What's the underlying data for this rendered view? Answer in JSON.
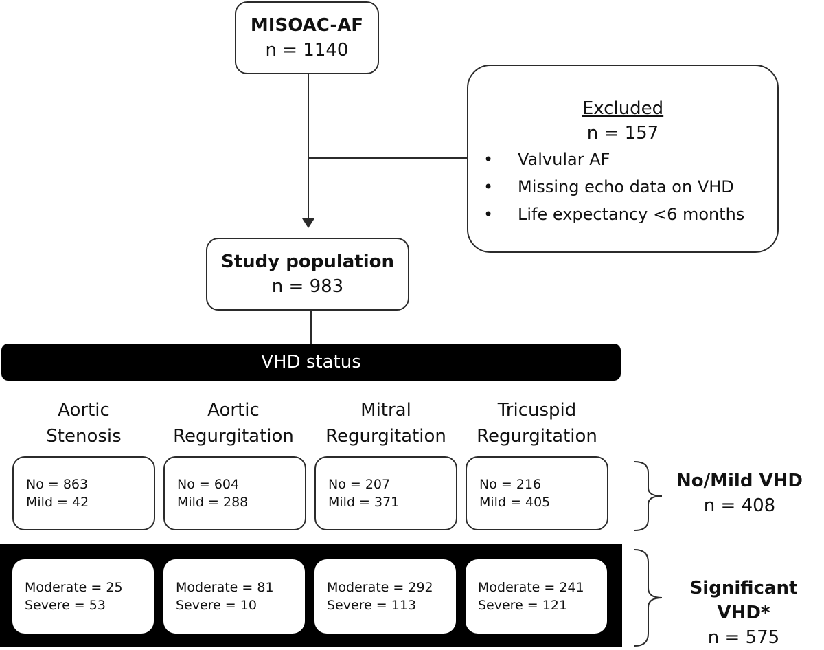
{
  "top": {
    "title": "MISOAC-AF",
    "count": "n = 1140"
  },
  "excluded": {
    "title": "Excluded",
    "count": "n = 157",
    "reasons": [
      "Valvular AF",
      "Missing echo data on VHD",
      "Life expectancy <6 months"
    ]
  },
  "study": {
    "title": "Study population",
    "count": "n = 983"
  },
  "vhd_status": "VHD status",
  "columns": [
    {
      "line1": "Aortic",
      "line2": "Stenosis",
      "mild_lines": [
        "No = 863",
        "Mild = 42"
      ],
      "sig_lines": [
        "Moderate = 25",
        "Severe = 53"
      ]
    },
    {
      "line1": "Aortic",
      "line2": "Regurgitation",
      "mild_lines": [
        "No = 604",
        "Mild = 288"
      ],
      "sig_lines": [
        "Moderate = 81",
        "Severe = 10"
      ]
    },
    {
      "line1": "Mitral",
      "line2": "Regurgitation",
      "mild_lines": [
        "No = 207",
        "Mild = 371"
      ],
      "sig_lines": [
        "Moderate = 292",
        "Severe = 113"
      ]
    },
    {
      "line1": "Tricuspid",
      "line2": "Regurgitation",
      "mild_lines": [
        "No = 216",
        "Mild = 405"
      ],
      "sig_lines": [
        "Moderate = 241",
        "Severe = 121"
      ]
    }
  ],
  "groups": {
    "mild": {
      "title": "No/Mild VHD",
      "count": "n = 408"
    },
    "significant": {
      "title": "Significant VHD*",
      "count": "n = 575"
    }
  }
}
